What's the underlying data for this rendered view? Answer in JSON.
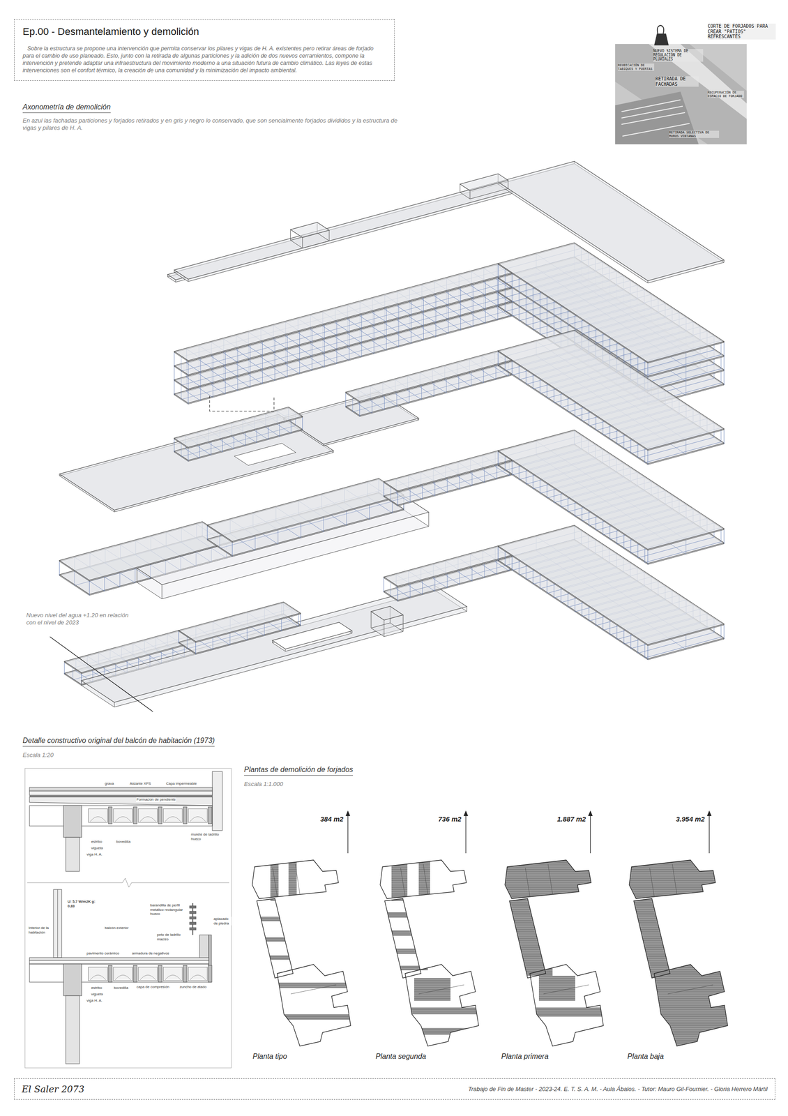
{
  "diagram": {
    "title": "Ep.00 - Desmantelamiento y demolición",
    "nodes": [
      {
        "text": [
          "Sobre la estructura se propone una intervención que permita conservar los pilares y vigas de H. A. existentes pero retirar áreas de forjado para el cambio de uso planeado. Esto, junto con la retirada de algunas particiones y la adición de dos nuevos cerramientos, compone la intervención y pretende adaptar una infraestructura del movimiento moderno a una situación futura de cambio climático. Las leyes de estas intervenciones son el confort térmico, la creación de una comunidad y la minimización del impacto ambiental."
        ]
      },
      {
        "text": [
          "El Saler 2073",
          "Trabajo de Fin de Master - 2023-24. E. T. S. A. M. - Aula Ábalos. - Tutor: Mauro Gil-Fournier. - Gloria Herrero Mártil"
        ]
      }
    ],
    "labels": [
      "Axonometría de demolición",
      "En azul las fachadas particiones y forjados retirados y en gris y negro lo conservado, que son sencialmente forjados divididos y la estructura de vigas y pilares de H. A.",
      "Nuevo nivel del agua +1.20 en relación con el nivel de 2023",
      "Detalle constructivo original del balcón de habitación (1973)",
      "Escala 1:20",
      "Plantas de demolición de forjados",
      "Escala 1:1.000",
      "384 m2",
      "736 m2",
      "1.887 m2",
      "3.954 m2",
      "Planta tipo",
      "Planta segunda",
      "Planta primera",
      "Planta baja",
      "CORTE DE FORJADOS PARA CREAR \"PATIOS\" REFRESCANTES",
      "NUEVO SISTEMA DE REGULACIÓN DE PLUVIALES",
      "REUBICACIÓN DE TABIQUES Y PUERTAS",
      "RETIRADA DE FACHADAS",
      "RECUPERACIÓN DE ESPACIO DE FORJADO",
      "RETIRADA SELECTIVA DE MUROS VENTANAS",
      "grava",
      "Aislante XPS",
      "Capa impermeable",
      "Formación de pendiente",
      "murete de ladrillo hueco",
      "estribo",
      "bovedilla",
      "vigueta",
      "viga H. A.",
      "U: 5,7 W/m2K g: 0,83",
      "Interior de la habitación",
      "balcón exterior",
      "barandilla de perfil metálico rectangular hueco",
      "aplacado de piedra",
      "peto de ladrillo macizo",
      "pavimento cerámico",
      "armadura de negativos",
      "capa de compresión",
      "estribo",
      "bovedilla",
      "vigueta",
      "viga H. A.",
      "zuncho de atado"
    ]
  }
}
